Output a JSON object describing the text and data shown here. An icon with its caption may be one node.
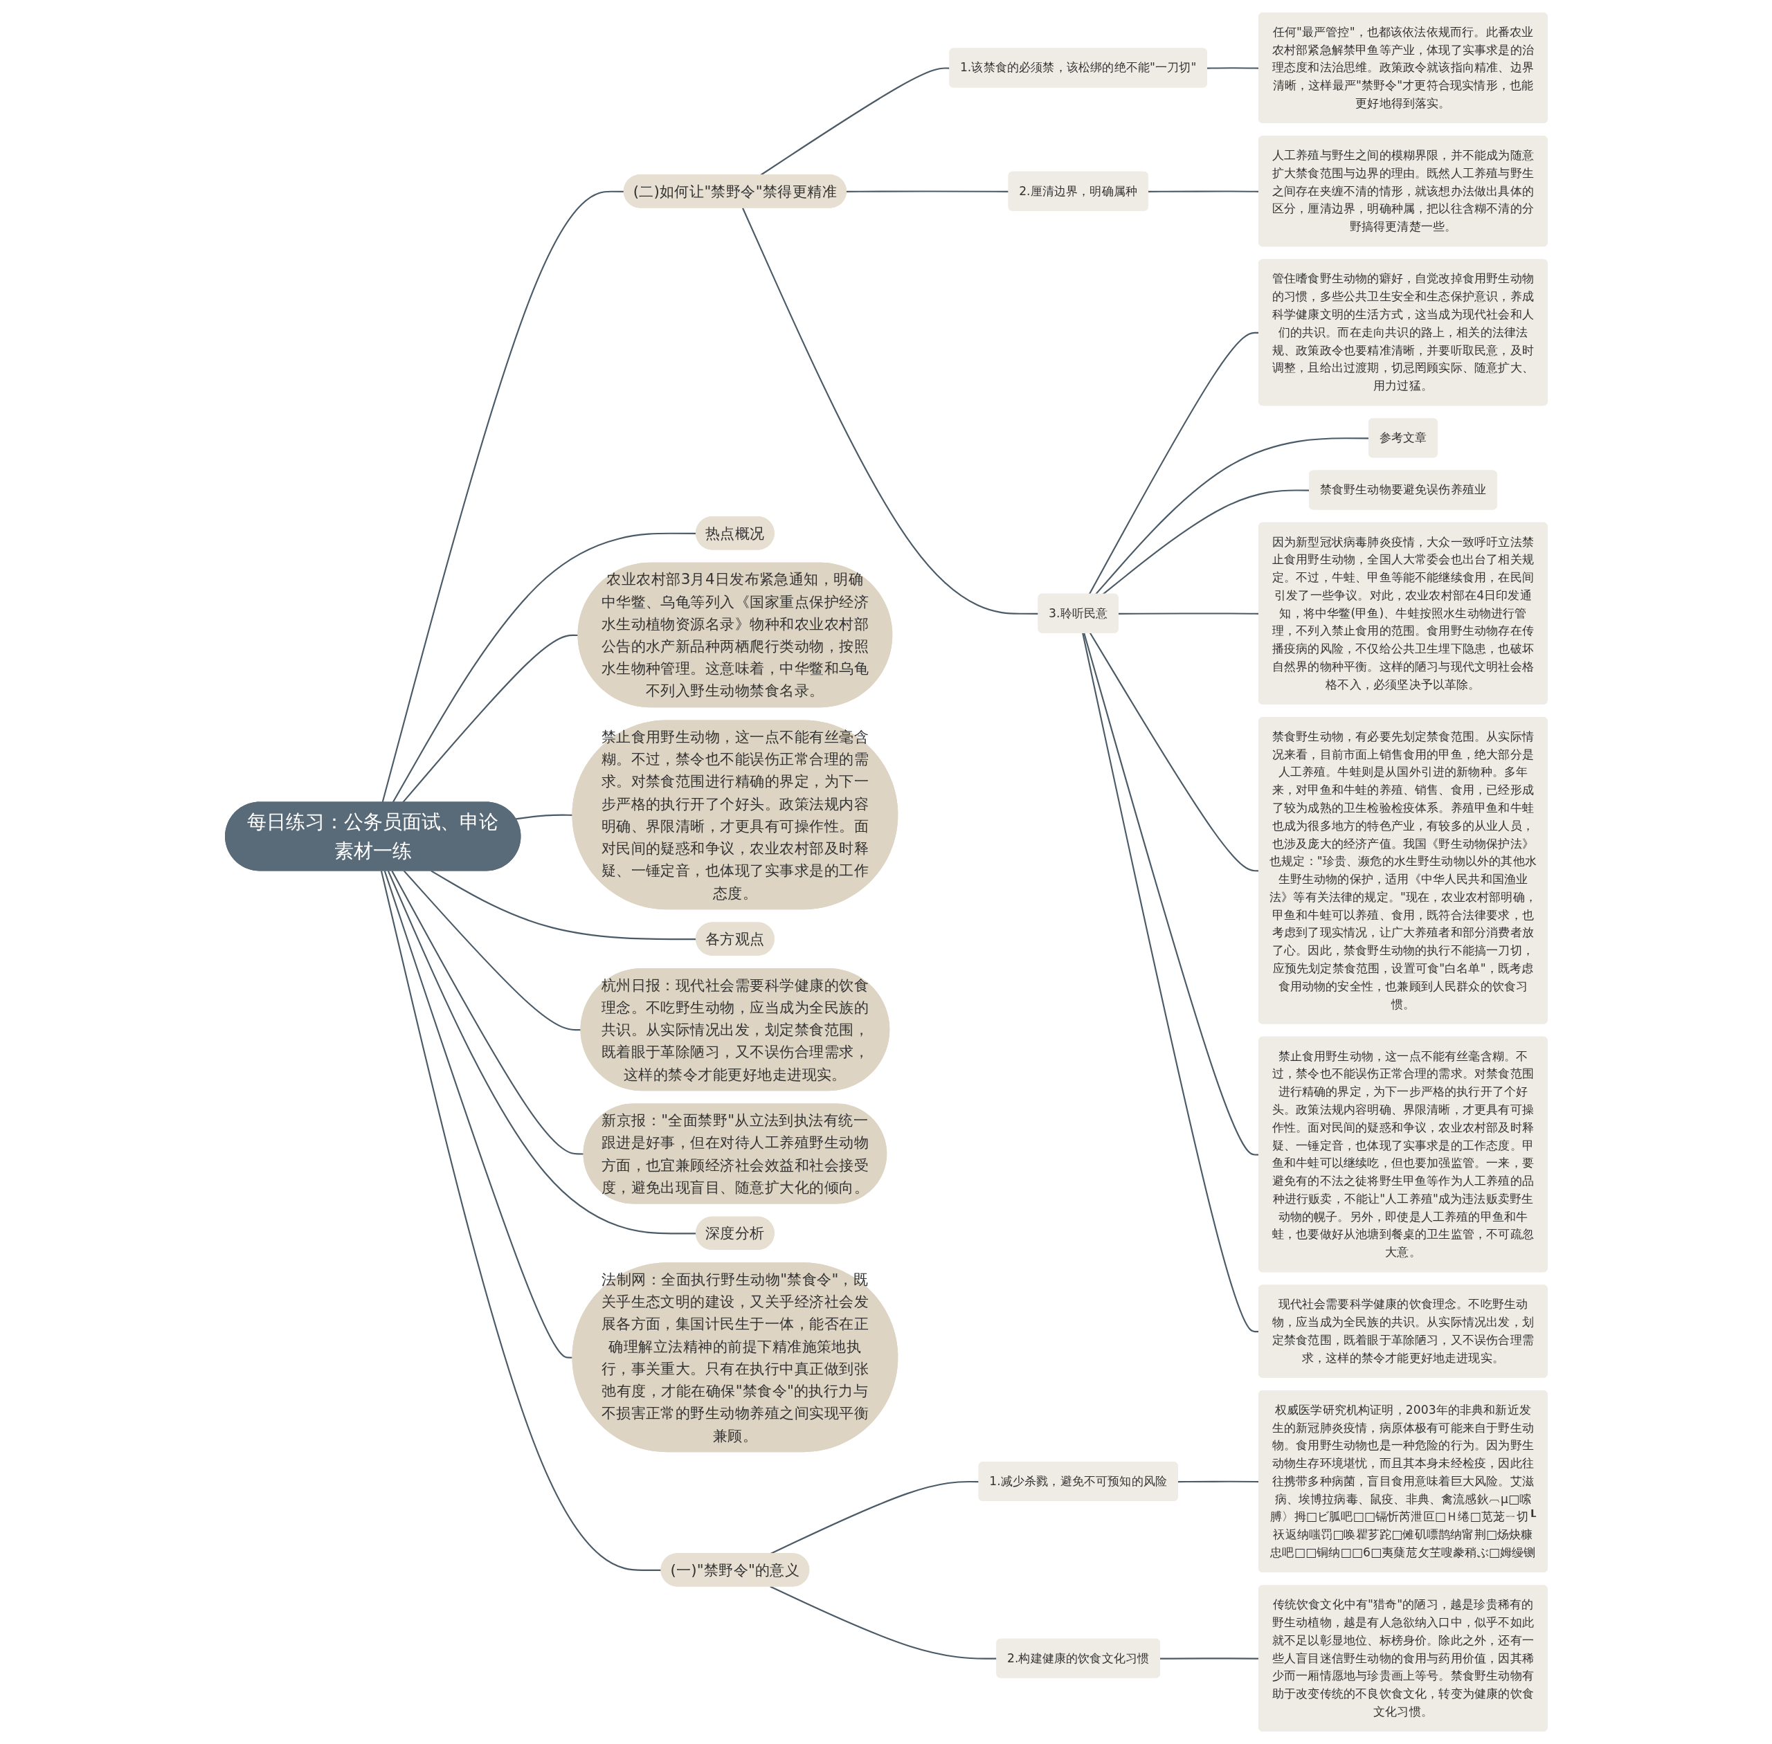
{
  "diagram": {
    "nodes": [
      {
        "text": [
          "每日练习：公务员面试、申论素材一练"
        ]
      },
      {
        "text": [
          "热点概况"
        ]
      },
      {
        "text": [
          "农业农村部3月4日发布紧急通知，明确中华鳖、乌龟等列入《国家重点保护经济水生动植物资源名录》物种和农业农村部公告的水产新品种两栖爬行类动物，按照水生物种管理。这意味着，中华鳖和乌龟不列入野生动物禁食名录。"
        ]
      },
      {
        "text": [
          "禁止食用野生动物，这一点不能有丝毫含糊。不过，禁令也不能误伤正常合理的需求。对禁食范围进行精确的界定，为下一步严格的执行开了个好头。政策法规内容明确、界限清晰，才更具有可操作性。面对民间的疑惑和争议，农业农村部及时释疑、一锤定音，也体现了实事求是的工作态度。"
        ]
      },
      {
        "text": [
          "各方观点"
        ]
      },
      {
        "text": [
          "杭州日报：现代社会需要科学健康的饮食理念。不吃野生动物，应当成为全民族的共识。从实际情况出发，划定禁食范围，既着眼于革除陋习，又不误伤合理需求，这样的禁令才能更好地走进现实。"
        ]
      },
      {
        "text": [
          "新京报：\"全面禁野\"从立法到执法有统一跟进是好事，但在对待人工养殖野生动物方面，也宜兼顾经济社会效益和社会接受度，避免出现盲目、随意扩大化的倾向。"
        ]
      },
      {
        "text": [
          "深度分析"
        ]
      },
      {
        "text": [
          "法制网：全面执行野生动物\"禁食令\"，既关乎生态文明的建设，又关乎经济社会发展各方面，集国计民生于一体，能否在正确理解立法精神的前提下精准施策地执行，事关重大。只有在执行中真正做到张弛有度，才能在确保\"禁食令\"的执行力与不损害正常的野生动物养殖之间实现平衡兼顾。"
        ]
      },
      {
        "text": [
          "(二)如何让\"禁野令\"禁得更精准"
        ]
      },
      {
        "text": [
          "1.该禁食的必须禁，该松绑的绝不能\"一刀切\""
        ]
      },
      {
        "text": [
          "任何\"最严管控\"，也都该依法依规而行。此番农业农村部紧急解禁甲鱼等产业，体现了实事求是的治理态度和法治思维。政策政令就该指向精准、边界清晰，这样最严\"禁野令\"才更符合现实情形，也能更好地得到落实。"
        ]
      },
      {
        "text": [
          "2.厘清边界，明确属种"
        ]
      },
      {
        "text": [
          "人工养殖与野生之间的模糊界限，并不能成为随意扩大禁食范围与边界的理由。既然人工养殖与野生之间存在夹缠不清的情形，就该想办法做出具体的区分，厘清边界，明确种属，把以往含糊不清的分野搞得更清楚一些。"
        ]
      },
      {
        "text": [
          "3.聆听民意"
        ]
      },
      {
        "text": [
          "管住嗜食野生动物的癖好，自觉改掉食用野生动物的习惯，多些公共卫生安全和生态保护意识，养成科学健康文明的生活方式，这当成为现代社会和人们的共识。而在走向共识的路上，相关的法律法规、政策政令也要精准清晰，并要听取民意，及时调整，且给出过渡期，切忌罔顾实际、随意扩大、用力过猛。"
        ]
      },
      {
        "text": [
          "参考文章"
        ]
      },
      {
        "text": [
          "禁食野生动物要避免误伤养殖业"
        ]
      },
      {
        "text": [
          "因为新型冠状病毒肺炎疫情，大众一致呼吁立法禁止食用野生动物，全国人大常委会也出台了相关规定。不过，牛蛙、甲鱼等能不能继续食用，在民间引发了一些争议。对此，农业农村部在4日印发通知，将中华鳖(甲鱼)、牛蛙按照水生动物进行管理，不列入禁止食用的范围。食用野生动物存在传播疫病的风险，不仅给公共卫生埋下隐患，也破坏自然界的物种平衡。这样的陋习与现代文明社会格格不入，必须坚决予以革除。"
        ]
      },
      {
        "text": [
          "禁食野生动物，有必要先划定禁食范围。从实际情况来看，目前市面上销售食用的甲鱼，绝大部分是人工养殖。牛蛙则是从国外引进的新物种。多年来，对甲鱼和牛蛙的养殖、销售、食用，已经形成了较为成熟的卫生检验检疫体系。养殖甲鱼和牛蛙也成为很多地方的特色产业，有较多的从业人员，也涉及庞大的经济产值。我国《野生动物保护法》也规定：\"珍贵、濒危的水生野生动物以外的其他水生野生动物的保护，适用《中华人民共和国渔业法》等有关法律的规定。\"现在，农业农村部明确，甲鱼和牛蛙可以养殖、食用，既符合法律要求，也考虑到了现实情况，让广大养殖者和部分消费者放了心。因此，禁食野生动物的执行不能搞一刀切，应预先划定禁食范围，设置可食\"白名单\"，既考虑食用动物的安全性，也兼顾到人民群众的饮食习惯。"
        ]
      },
      {
        "text": [
          "禁止食用野生动物，这一点不能有丝毫含糊。不过，禁令也不能误伤正常合理的需求。对禁食范围进行精确的界定，为下一步严格的执行开了个好头。政策法规内容明确、界限清晰，才更具有可操作性。面对民间的疑惑和争议，农业农村部及时释疑、一锤定音，也体现了实事求是的工作态度。甲鱼和牛蛙可以继续吃，但也要加强监管。一来，要避免有的不法之徒将野生甲鱼等作为人工养殖的品种进行贩卖，不能让\"人工养殖\"成为违法贩卖野生动物的幌子。另外，即使是人工养殖的甲鱼和牛蛙，也要做好从池塘到餐桌的卫生监管，不可疏忽大意。"
        ]
      },
      {
        "text": [
          "现代社会需要科学健康的饮食理念。不吃野生动物，应当成为全民族的共识。从实际情况出发，划定禁食范围，既着眼于革除陋习，又不误伤合理需求，这样的禁令才能更好地走进现实。"
        ]
      },
      {
        "text": [
          "(一)\"禁野令\"的意义"
        ]
      },
      {
        "text": [
          "1.减少杀戮，避免不可预知的风险"
        ]
      },
      {
        "text": [
          "权威医学研究机构证明，2003年的非典和新近发生的新冠肺炎疫情，病原体极有可能来自于野生动物。食用野生动物也是一种危险的行为。因为野生动物生存环境堪忧，而且其本身未经检疫，因此往往携带多种病菌，盲目食用意味着巨大风险。艾滋病、埃博拉病毒、鼠疫、非典、禽流感鈥︹µ□嗦膊〉拇□ビ胍吧□□镉忻芮泄叵□Ｈ绻□苋茏ㄧ切┖祆返纳嗤罚□唤瞿芗跎□傩矶嘌鹊纳甯荆□炀炔糠忠吧□□铜纳□□6□夷蘖苊攵芏嗖豢稍ぶ□姆缦铡"
        ]
      },
      {
        "text": [
          "2.构建健康的饮食文化习惯"
        ]
      },
      {
        "text": [
          "传统饮食文化中有\"猎奇\"的陋习，越是珍贵稀有的野生动植物，越是有人急欲纳入口中，似乎不如此就不足以彰显地位、标榜身价。除此之外，还有一些人盲目迷信野生动物的食用与药用价值，因其稀少而一厢情愿地与珍贵画上等号。禁食野生动物有助于改变传统的不良饮食文化，转变为健康的饮食文化习惯。"
        ]
      }
    ],
    "edges": [
      {
        "from": 0,
        "to": 1,
        "arrow": "none"
      },
      {
        "from": 0,
        "to": 2,
        "arrow": "none"
      },
      {
        "from": 0,
        "to": 3,
        "arrow": "none"
      },
      {
        "from": 0,
        "to": 4,
        "arrow": "none"
      },
      {
        "from": 0,
        "to": 5,
        "arrow": "none"
      },
      {
        "from": 0,
        "to": 6,
        "arrow": "none"
      },
      {
        "from": 0,
        "to": 7,
        "arrow": "none"
      },
      {
        "from": 0,
        "to": 8,
        "arrow": "none"
      },
      {
        "from": 0,
        "to": 9,
        "arrow": "none"
      },
      {
        "from": 9,
        "to": 10,
        "arrow": "none"
      },
      {
        "from": 10,
        "to": 11,
        "arrow": "none"
      },
      {
        "from": 9,
        "to": 12,
        "arrow": "none"
      },
      {
        "from": 12,
        "to": 13,
        "arrow": "none"
      },
      {
        "from": 9,
        "to": 14,
        "arrow": "none"
      },
      {
        "from": 14,
        "to": 15,
        "arrow": "none"
      },
      {
        "from": 14,
        "to": 16,
        "arrow": "none"
      },
      {
        "from": 14,
        "to": 17,
        "arrow": "none"
      },
      {
        "from": 14,
        "to": 18,
        "arrow": "none"
      },
      {
        "from": 14,
        "to": 19,
        "arrow": "none"
      },
      {
        "from": 14,
        "to": 20,
        "arrow": "none"
      },
      {
        "from": 14,
        "to": 21,
        "arrow": "none"
      },
      {
        "from": 0,
        "to": 22,
        "arrow": "none"
      },
      {
        "from": 22,
        "to": 23,
        "arrow": "none"
      },
      {
        "from": 23,
        "to": 24,
        "arrow": "none"
      },
      {
        "from": 22,
        "to": 25,
        "arrow": "none"
      },
      {
        "from": 25,
        "to": 26,
        "arrow": "none"
      }
    ]
  }
}
